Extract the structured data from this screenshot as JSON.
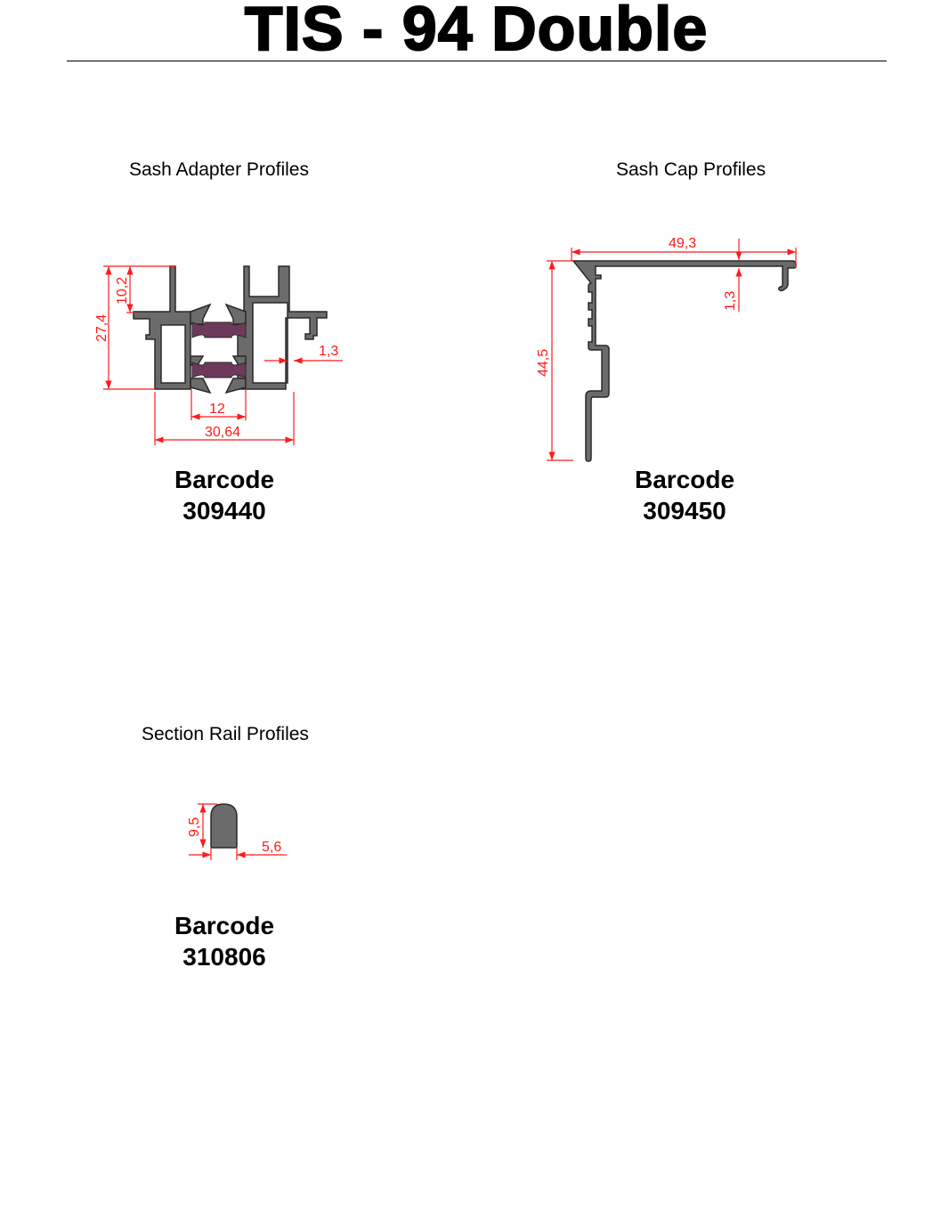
{
  "title": "TIS - 94 Double",
  "sections": [
    {
      "heading": "Sash Adapter Profiles",
      "barcode_label": "Barcode",
      "barcode": "309440",
      "dimensions": {
        "height_total": "27,4",
        "height_top": "10,2",
        "wall": "1,3",
        "inner_width": "12",
        "width": "30,64"
      }
    },
    {
      "heading": "Sash Cap Profiles",
      "barcode_label": "Barcode",
      "barcode": "309450",
      "dimensions": {
        "width": "49,3",
        "height": "44,5",
        "wall": "1,3"
      }
    },
    {
      "heading": "Section Rail Profiles",
      "barcode_label": "Barcode",
      "barcode": "310806",
      "dimensions": {
        "height": "9,5",
        "width": "5,6"
      }
    }
  ],
  "colors": {
    "dimension": "#ff1a1a",
    "profile": "#6b6b6b",
    "gasket": "#6e3a5c"
  }
}
